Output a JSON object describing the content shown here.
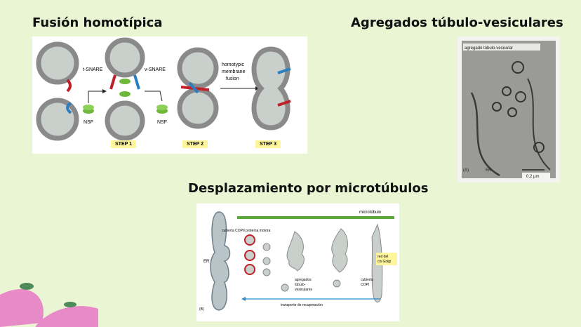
{
  "titles": {
    "fusion": "Fusión homotípica",
    "agregados": "Agregados túbulo-vesiculares",
    "desplazamiento": "Desplazamiento por microtúbulos"
  },
  "fusion_panel": {
    "t_snare": "t-SNARE",
    "v_snare": "v-SNARE",
    "homotypic": "homotypic",
    "membrane": "membrane",
    "fusion": "fusion",
    "nsf1": "NSF",
    "nsf2": "NSF",
    "step1": "STEP 1",
    "step2": "STEP 2",
    "step3": "STEP 3"
  },
  "micrograph": {
    "label": "agregado túbulo-vesicular",
    "panel_letter": "(A)",
    "er": "ER",
    "scale": "0,2 µm"
  },
  "transport_panel": {
    "microtubulo": "microtúbulo",
    "cubierta_copii": "cubierta COPII",
    "proteina_motora": "proteína motora",
    "er": "ER",
    "agregados_1": "agregados",
    "agregados_2": "túbulo-",
    "agregados_3": "vesiculares",
    "red_1": "red del",
    "red_2": "cis Golgi",
    "copi_1": "cubierta",
    "copi_2": "COPI",
    "transporte": "transporte de recuperación",
    "panel_letter": "(B)"
  },
  "colors": {
    "background": "#e9f5d3",
    "membrane": "#8a8a8a",
    "lumen": "#c9cfcb",
    "t_snare": "#c0202a",
    "v_snare": "#2a7fc0",
    "nsf": "#6fb83a",
    "microtubule": "#5aa83a",
    "arrow_red": "#d33a4a",
    "arrow_blue": "#2a8ad0",
    "decor_pink": "#e98ac8",
    "decor_green": "#4f8a5a"
  }
}
